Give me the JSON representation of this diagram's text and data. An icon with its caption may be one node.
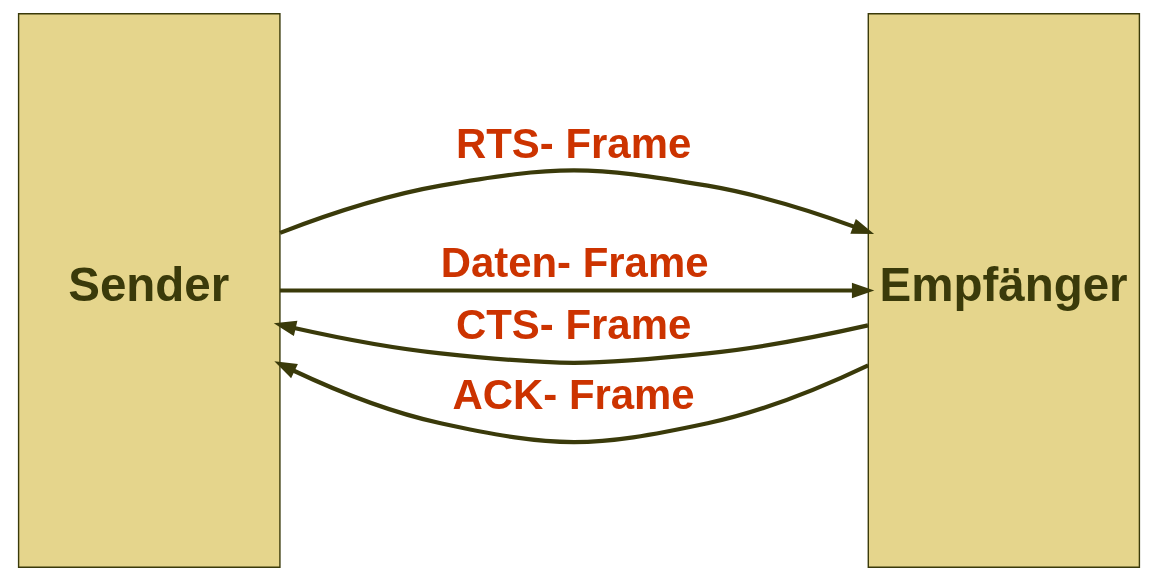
{
  "diagram": {
    "nodes": [
      {
        "text": [
          "Sender"
        ]
      },
      {
        "text": [
          "Empfänger"
        ]
      }
    ],
    "edges": [
      {
        "from": 0,
        "to": 1,
        "arrow": "to",
        "label": "RTS- Frame"
      },
      {
        "from": 1,
        "to": 0,
        "arrow": "to",
        "label": "CTS- Frame"
      },
      {
        "from": 0,
        "to": 1,
        "arrow": "to",
        "label": "Daten- Frame"
      },
      {
        "from": 1,
        "to": 0,
        "arrow": "to",
        "label": "ACK- Frame"
      }
    ]
  }
}
